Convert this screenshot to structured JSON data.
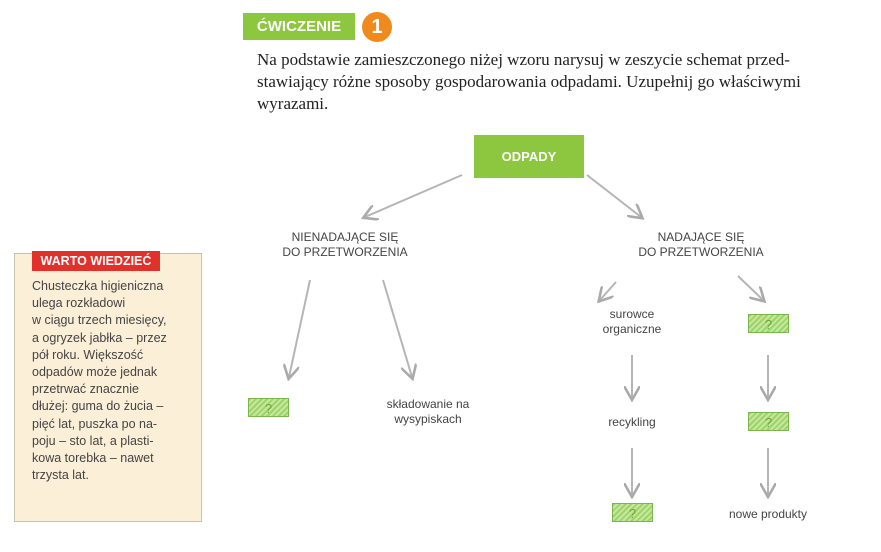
{
  "exercise": {
    "label": "ĆWICZENIE",
    "number": "1",
    "instruction": "Na podstawie zamieszczonego niżej wzoru narysuj w zeszycie schemat przed-stawiający różne sposoby gospodarowania odpadami. Uzupełnij go właściwymi wyrazami."
  },
  "diagram": {
    "root": "ODPADY",
    "left": {
      "title_line1": "NIENADAJĄCE SIĘ",
      "title_line2": "DO PRZETWORZENIA",
      "blank": "?",
      "item": "składowanie na wysypiskach"
    },
    "right": {
      "title_line1": "NADAJĄCE SIĘ",
      "title_line2": "DO PRZETWORZENIA",
      "organic": "surowce organiczne",
      "recycling": "recykling",
      "blank1": "?",
      "blank2": "?",
      "blank3": "?",
      "new_products": "nowe produkty"
    }
  },
  "info": {
    "label": "WARTO WIEDZIEĆ",
    "text": "Chusteczka higieniczna\nulega rozkładowi\nw ciągu trzech miesięcy,\na ogryzek jabłka – przez\npół roku. Większość\nodpadów może jednak\nprzetrwać znacznie\ndłużej: guma do żucia –\npięć lat, puszka po na-\npoju – sto lat, a plasti-\nkowa torebka – nawet\ntrzysta lat."
  }
}
